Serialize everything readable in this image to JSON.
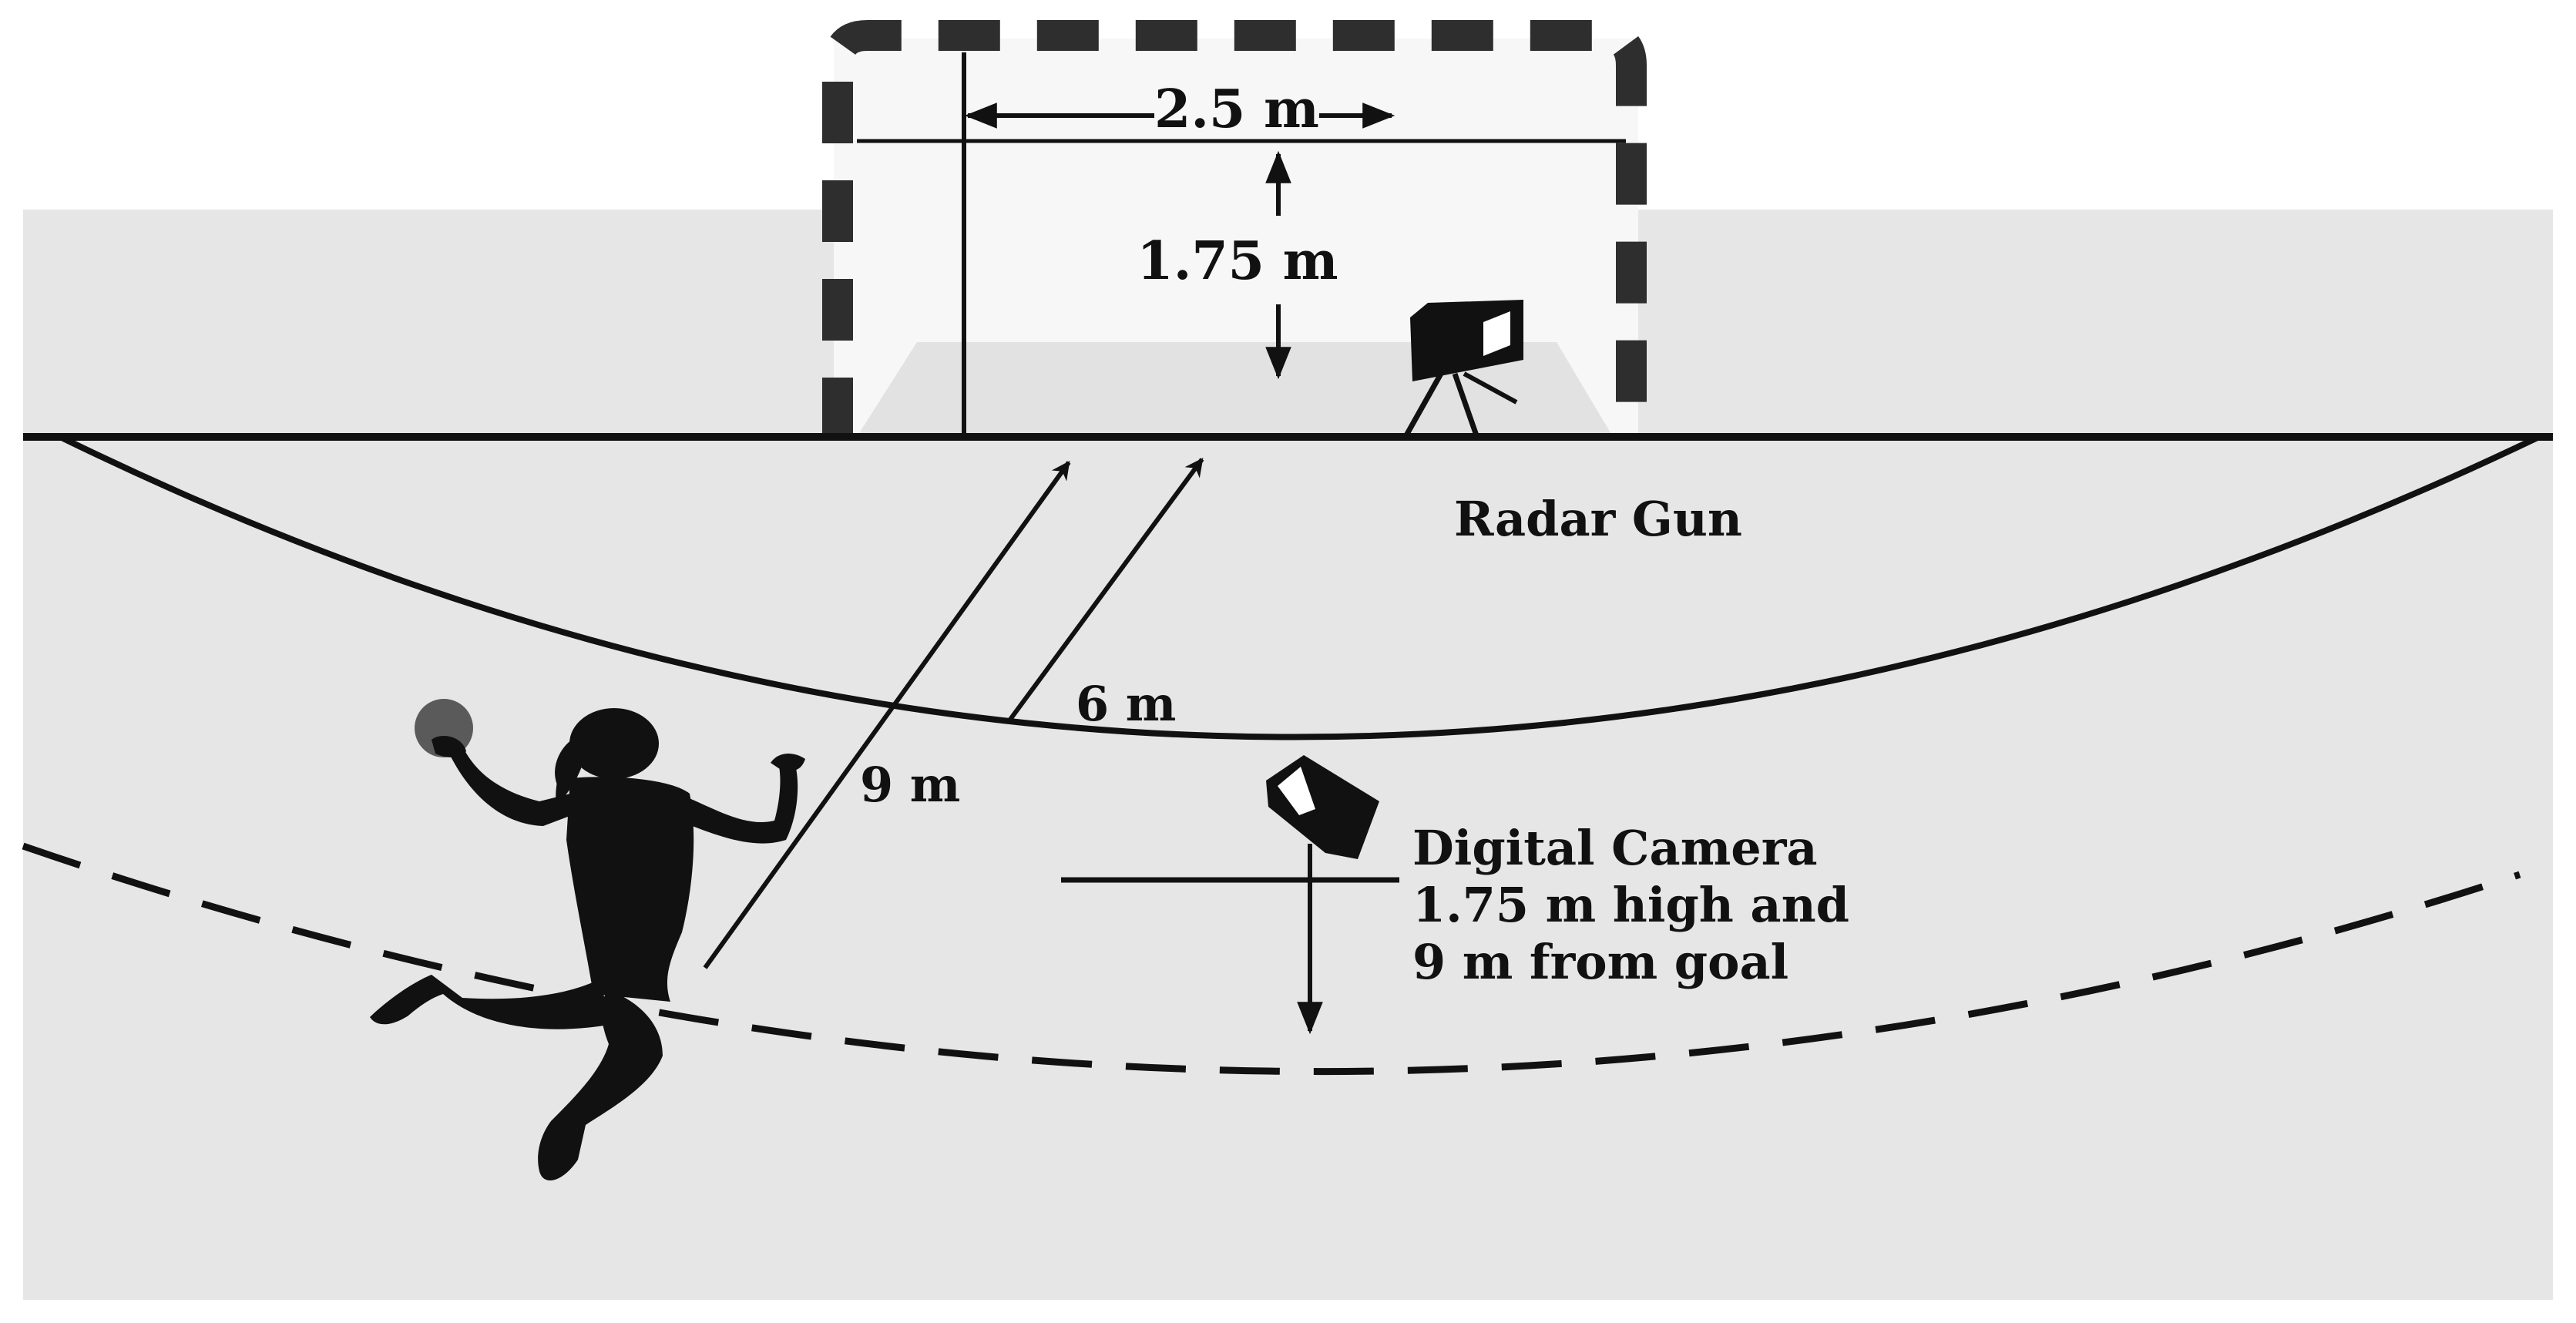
{
  "labels": {
    "goal_width": "2.5 m",
    "target_height": "1.75 m",
    "radar_gun": "Radar Gun",
    "six_m": "6 m",
    "nine_m": "9 m",
    "camera_line1": "Digital Camera",
    "camera_line2": "1.75 m high and",
    "camera_line3": "9 m from goal"
  },
  "colors": {
    "court": "#e6e6e6",
    "goal_area": "#f7f7f7",
    "goal_floor_shade": "#e0e0e0",
    "line": "#111111",
    "post_dark": "#2e2e2e",
    "post_light": "#ffffff",
    "ball": "#5a5a5a"
  },
  "icons": {
    "radar_gun": "radar-gun-icon",
    "digital_camera": "digital-camera-icon",
    "player": "handball-player-silhouette",
    "ball": "handball-icon"
  }
}
